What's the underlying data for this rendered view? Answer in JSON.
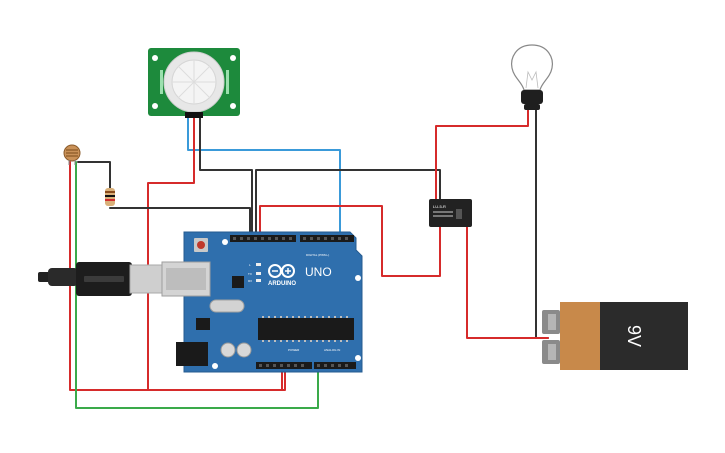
{
  "colors": {
    "board": "#2f6fad",
    "board_dark": "#245b90",
    "pir_board": "#1d8a3c",
    "wire_red": "#d62b2b",
    "wire_black": "#333333",
    "wire_blue": "#3a9ad9",
    "wire_green": "#3aaa4a",
    "battery_copper": "#c8894a",
    "battery_body": "#2b2b2b",
    "relay": "#222222"
  },
  "arduino": {
    "brand": "ARDUINO",
    "model": "UNO",
    "digital_label": "DIGITAL (PWM~)",
    "power_label": "POWER",
    "analog_label": "ANALOG IN",
    "tx_label": "TX",
    "rx_label": "RX",
    "l_label": "L"
  },
  "battery": {
    "label": "9V"
  },
  "relay": {
    "label": "LU-5-R"
  }
}
